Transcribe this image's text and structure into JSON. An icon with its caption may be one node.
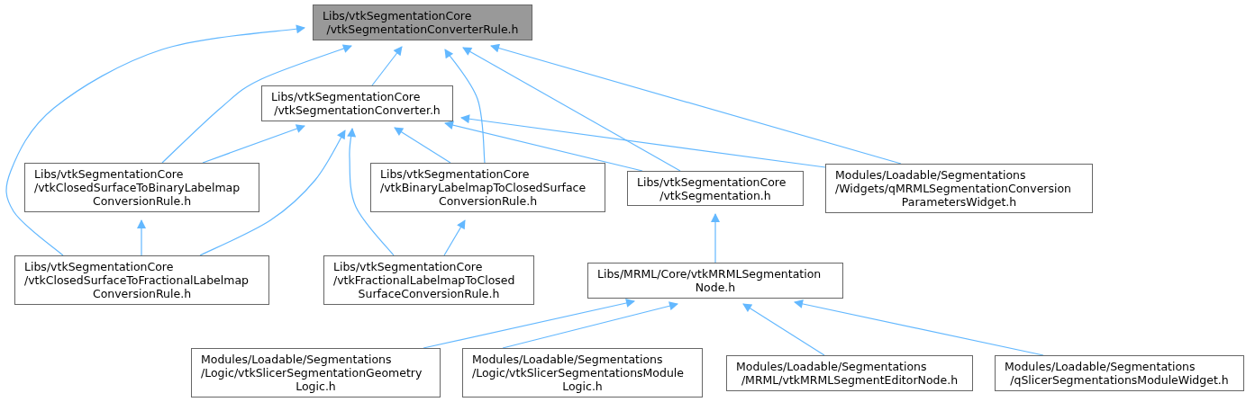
{
  "diagram": {
    "nodes": [
      {
        "text": [
          "Libs/vtkSegmentationCore /vtkSegmentationConverterRule.h"
        ]
      },
      {
        "text": [
          "Libs/vtkSegmentationCore /vtkSegmentationConverter.h"
        ]
      },
      {
        "text": [
          "Libs/vtkSegmentationCore /vtkClosedSurfaceToBinaryLabelmap ConversionRule.h"
        ]
      },
      {
        "text": [
          "Libs/vtkSegmentationCore /vtkBinaryLabelmapToClosedSurface ConversionRule.h"
        ]
      },
      {
        "text": [
          "Libs/vtkSegmentationCore /vtkSegmentation.h"
        ]
      },
      {
        "text": [
          "Modules/Loadable/Segmentations /Widgets/qMRMLSegmentationConversion ParametersWidget.h"
        ]
      },
      {
        "text": [
          "Libs/vtkSegmentationCore /vtkClosedSurfaceToFractionalLabelmap ConversionRule.h"
        ]
      },
      {
        "text": [
          "Libs/vtkSegmentationCore /vtkFractionalLabelmapToClosed SurfaceConversionRule.h"
        ]
      },
      {
        "text": [
          "Libs/MRML/Core/vtkMRMLSegmentation Node.h"
        ]
      },
      {
        "text": [
          "Modules/Loadable/Segmentations /Logic/vtkSlicerSegmentationGeometry Logic.h"
        ]
      },
      {
        "text": [
          "Modules/Loadable/Segmentations /Logic/vtkSlicerSegmentationsModule Logic.h"
        ]
      },
      {
        "text": [
          "Modules/Loadable/Segmentations /MRML/vtkMRMLSegmentEditorNode.h"
        ]
      },
      {
        "text": [
          "Modules/Loadable/Segmentations /qSlicerSegmentationsModuleWidget.h"
        ]
      }
    ],
    "edges": [
      {
        "from": 1,
        "to": 0,
        "arrow": "to"
      },
      {
        "from": 2,
        "to": 0,
        "arrow": "to"
      },
      {
        "from": 6,
        "to": 0,
        "arrow": "to"
      },
      {
        "from": 3,
        "to": 0,
        "arrow": "to"
      },
      {
        "from": 4,
        "to": 0,
        "arrow": "to"
      },
      {
        "from": 5,
        "to": 0,
        "arrow": "to"
      },
      {
        "from": 2,
        "to": 1,
        "arrow": "to"
      },
      {
        "from": 6,
        "to": 1,
        "arrow": "to"
      },
      {
        "from": 3,
        "to": 1,
        "arrow": "to"
      },
      {
        "from": 7,
        "to": 1,
        "arrow": "to"
      },
      {
        "from": 4,
        "to": 1,
        "arrow": "to"
      },
      {
        "from": 5,
        "to": 1,
        "arrow": "to"
      },
      {
        "from": 6,
        "to": 2,
        "arrow": "to"
      },
      {
        "from": 7,
        "to": 3,
        "arrow": "to"
      },
      {
        "from": 8,
        "to": 4,
        "arrow": "to"
      },
      {
        "from": 9,
        "to": 8,
        "arrow": "to"
      },
      {
        "from": 10,
        "to": 8,
        "arrow": "to"
      },
      {
        "from": 11,
        "to": 8,
        "arrow": "to"
      },
      {
        "from": 12,
        "to": 8,
        "arrow": "to"
      }
    ]
  }
}
